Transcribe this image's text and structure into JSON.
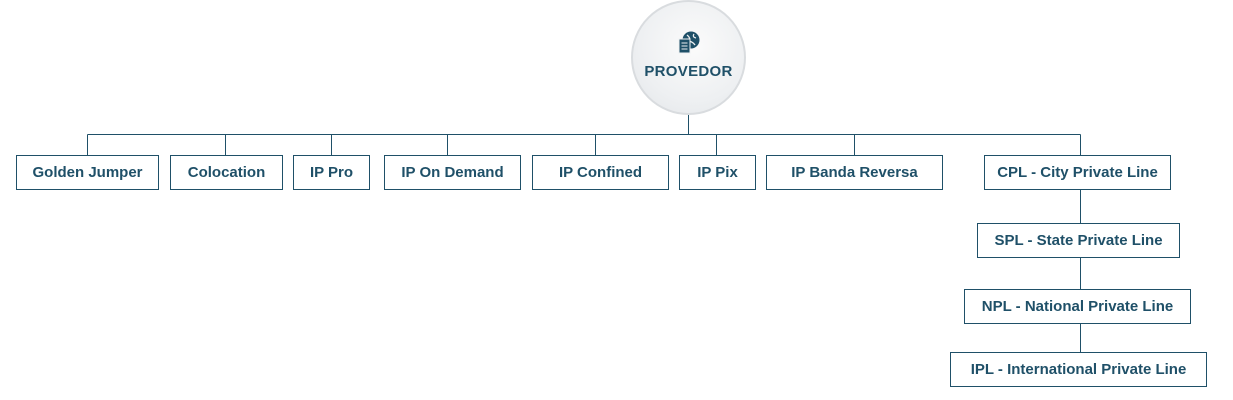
{
  "colors": {
    "line": "#1f5068",
    "text": "#1f5068",
    "border": "#1f5068"
  },
  "root": {
    "label": "PROVEDOR",
    "icon": "document-globe-icon"
  },
  "products": [
    "Golden Jumper",
    "Colocation",
    "IP Pro",
    "IP On Demand",
    "IP Confined",
    "IP Pix",
    "IP Banda Reversa",
    "CPL - City Private Line"
  ],
  "private_lines": [
    "SPL - State Private Line",
    "NPL - National Private Line",
    "IPL - International Private Line"
  ]
}
